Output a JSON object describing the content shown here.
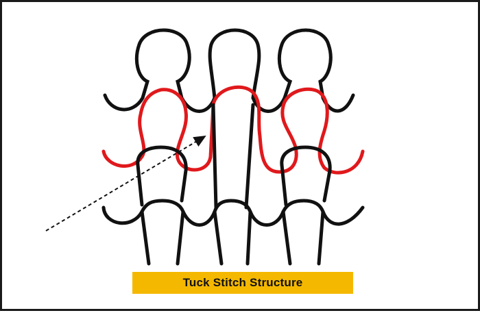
{
  "caption": {
    "text": "Tuck Stitch Structure",
    "background_color": "#f5b800"
  },
  "colors": {
    "yarn_black": "#111111",
    "yarn_red": "#e0191c",
    "border": "#1a1a1a"
  },
  "structure": {
    "wales": 3,
    "courses": 3,
    "tucked_course": 2,
    "tucked_wale": 2
  }
}
